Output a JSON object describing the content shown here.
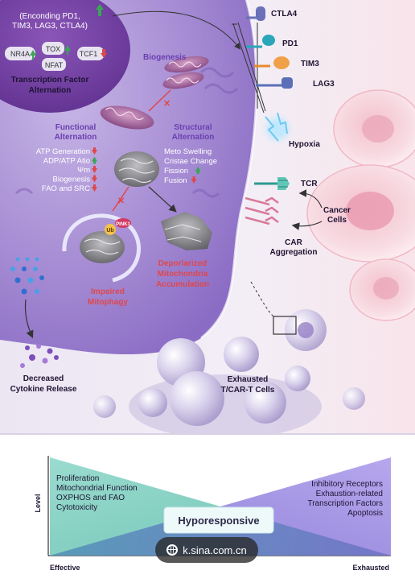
{
  "tf": {
    "encoding_line1": "(Enconding PD1,",
    "encoding_line2": "TIM3, LAG3, CTLA4)",
    "tox": "TOX",
    "nr4a": "NR4A",
    "nfat": "NFAT",
    "tcf1": "TCF1",
    "title_line1": "Transcription Factor",
    "title_line2": "Alternation"
  },
  "receptors": {
    "ctla4": "CTLA4",
    "pd1": "PD1",
    "tim3": "TIM3",
    "lag3": "LAG3"
  },
  "mito": {
    "biogenesis": "Biogenesis",
    "functional_line1": "Functional",
    "functional_line2": "Alternation",
    "structural_line1": "Structural",
    "structural_line2": "Alternation",
    "functional_items": [
      "ATP Generation",
      "ADP/ATP Atio",
      "Ψm",
      "Biogenesis",
      "FAO and SRC"
    ],
    "functional_arrows": [
      "down",
      "up",
      "down",
      "down",
      "down"
    ],
    "structural_items": [
      "Meto Swelling",
      "Cristae Change",
      "Fission",
      "Fusion"
    ],
    "structural_arrows": [
      "none",
      "none",
      "up",
      "down"
    ],
    "pink1": "PINK1",
    "ub": "Ub",
    "impaired_line1": "Impaired",
    "impaired_line2": "Mitophagy",
    "depolarized_line1": "Deporlarized",
    "depolarized_line2": "Mitochondria",
    "depolarized_line3": "Accumulation"
  },
  "env": {
    "hypoxia": "Hypoxia",
    "tcr": "TCR",
    "cancer_line1": "Cancer",
    "cancer_line2": "Cells",
    "car_line1": "CAR",
    "car_line2": "Aggregation",
    "cytokine_line1": "Decreased",
    "cytokine_line2": "Cytokine Release",
    "exhausted_line1": "Exhausted",
    "exhausted_line2": "T/CAR-T Cells"
  },
  "bottom": {
    "ylabel": "Level",
    "left_items": [
      "Proliferation",
      "Mitochondrial Function",
      "OXPHOS and FAO",
      "Cytotoxicity"
    ],
    "right_items": [
      "Inhibitory Receptors",
      "Exhaustion-related",
      "Transcription Factors",
      "Apoptosis"
    ],
    "center": "Hyporesponsive",
    "effective": "Effective",
    "exhausted": "Exhausted"
  },
  "watermark": "k.sina.com.cn",
  "colors": {
    "up_arrow": "#3aa655",
    "down_arrow": "#e0474c",
    "section_title": "#6a3fb0",
    "red_text": "#e0474c",
    "teal_panel": "#8fd6c9",
    "purple_panel": "#b7a6e8"
  }
}
